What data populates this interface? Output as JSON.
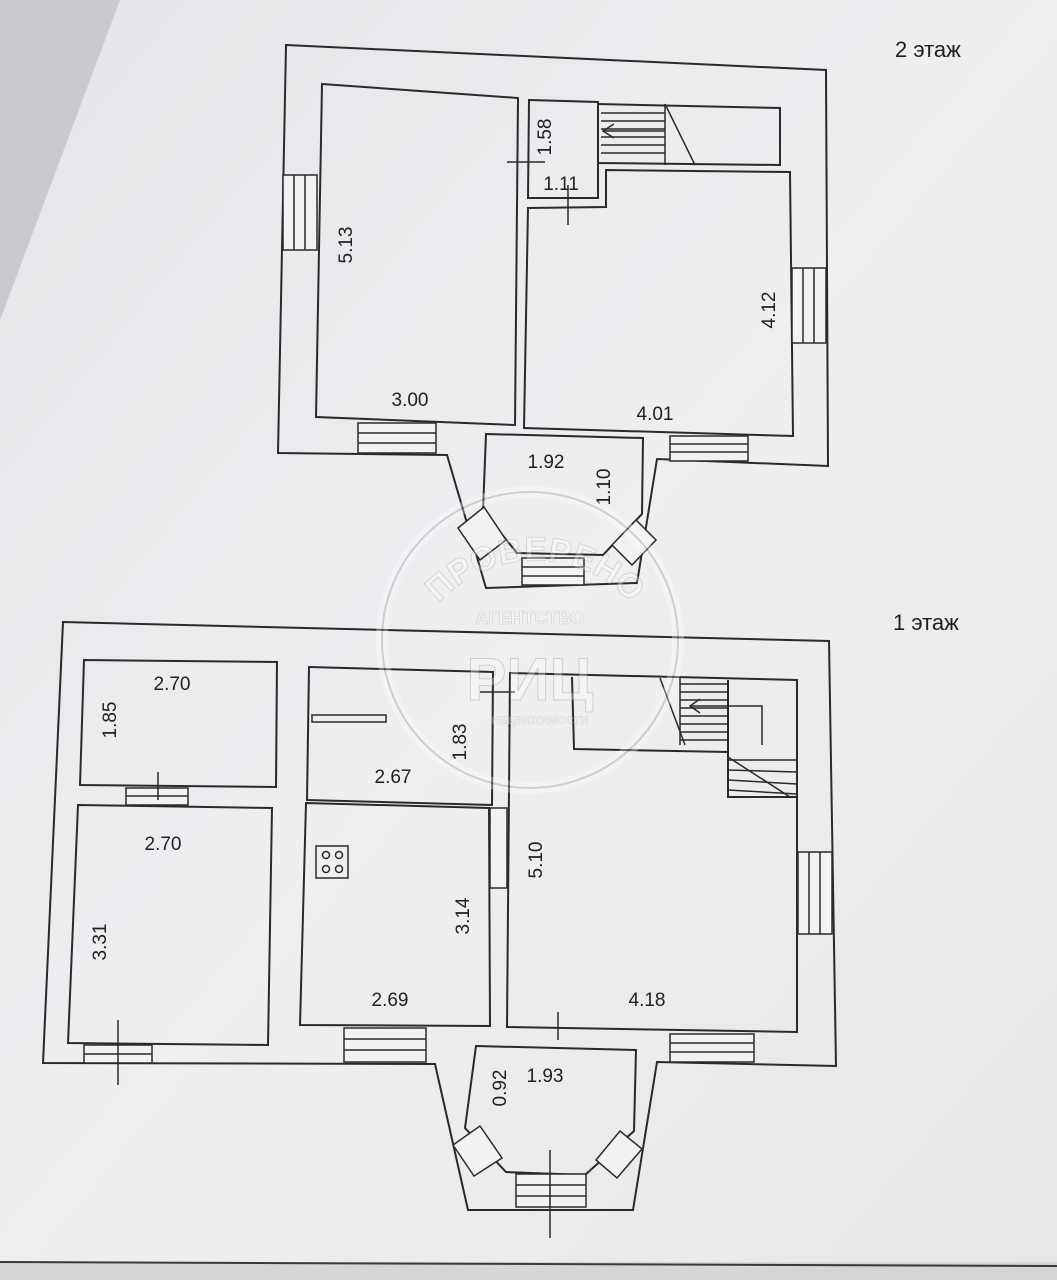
{
  "floors": {
    "second": {
      "label": "2 этаж",
      "dims": {
        "room_left_height": "5.13",
        "room_left_width": "3.00",
        "closet_height": "1.58",
        "closet_width": "1.11",
        "room_right_height": "4.12",
        "room_right_width": "4.01",
        "bay_width": "1.92",
        "bay_depth": "1.10"
      }
    },
    "first": {
      "label": "1 этаж",
      "dims": {
        "small_room_width": "2.70",
        "small_room_height": "1.85",
        "left_room_width": "2.70",
        "left_room_height": "3.31",
        "bath_height": "1.83",
        "bath_width": "2.67",
        "kitchen_height": "3.14",
        "kitchen_width": "2.69",
        "hall_height": "5.10",
        "hall_width": "4.18",
        "bay_depth": "0.92",
        "bay_width": "1.93"
      }
    }
  },
  "watermark": {
    "arc_text": "ПРОВЕРЕНО",
    "agency": "АГЕНТСТВО",
    "logo": "РИЦ",
    "subtitle": "НЕДВИЖИМОСТИ"
  },
  "colors": {
    "paper": "#ecedef",
    "line": "#2a2a2a",
    "background": "#d9dadc"
  }
}
